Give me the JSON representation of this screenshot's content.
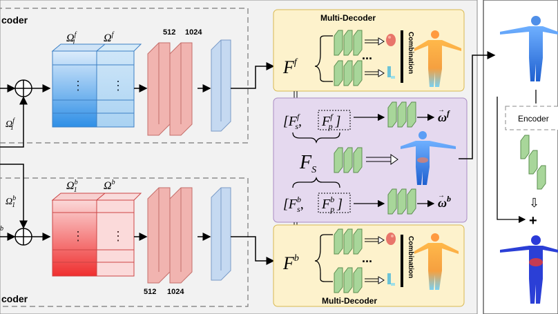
{
  "encoders": {
    "top_title": "coder",
    "bottom_title": "coder",
    "front_omega1": "Ω",
    "front_omega1_sup": "f",
    "front_omega1_sub": "1",
    "front_omega": "Ω",
    "front_omega_sup": "f",
    "front_side_omega": "Ω",
    "front_side_sup": "f",
    "front_side_sub": "1",
    "back_omega1": "Ω",
    "back_omega1_sup": "b",
    "back_omega1_sub": "1",
    "back_omega": "Ω",
    "back_omega_sup": "b",
    "back_side_omega": "Ω",
    "back_side_sup": "b",
    "back_side_sub": "1",
    "back_left_sup": "b",
    "dots": "⋮",
    "front_dim1": "512",
    "front_dim2": "1024",
    "back_dim1": "512",
    "back_dim2": "1024"
  },
  "multi_decoder_top": {
    "title": "Multi-Decoder",
    "feature": "F",
    "feature_sup": "f",
    "combination": "Combination",
    "ellipsis": "..."
  },
  "multi_decoder_bottom": {
    "title": "Multi-Decoder",
    "feature": "F",
    "feature_sup": "b",
    "combination": "Combination",
    "ellipsis": "..."
  },
  "shared": {
    "fs_front": "F",
    "fs_front_sup": "f",
    "fs_front_sub": "s",
    "fp_front": "F",
    "fp_front_sup": "f",
    "fp_front_sub": "p",
    "fs_back": "F",
    "fs_back_sup": "b",
    "fs_back_sub": "s",
    "fp_back": "F",
    "fp_back_sup": "b",
    "fp_back_sub": "p",
    "shared_label": "F",
    "shared_sub": "S",
    "omega_front": "ω",
    "omega_front_sup": "f",
    "omega_back": "ω",
    "omega_back_sup": "b"
  },
  "right_panel": {
    "encoder_label": "Encoder",
    "plus": "+",
    "down_arrow": "⇩"
  },
  "colors": {
    "yellow_box": "#fdf2cc",
    "purple_box": "#e5d9ef",
    "blue_block": "#4aa3ea",
    "red_block": "#ef3a3a",
    "green_layer": "#a8d69a"
  }
}
